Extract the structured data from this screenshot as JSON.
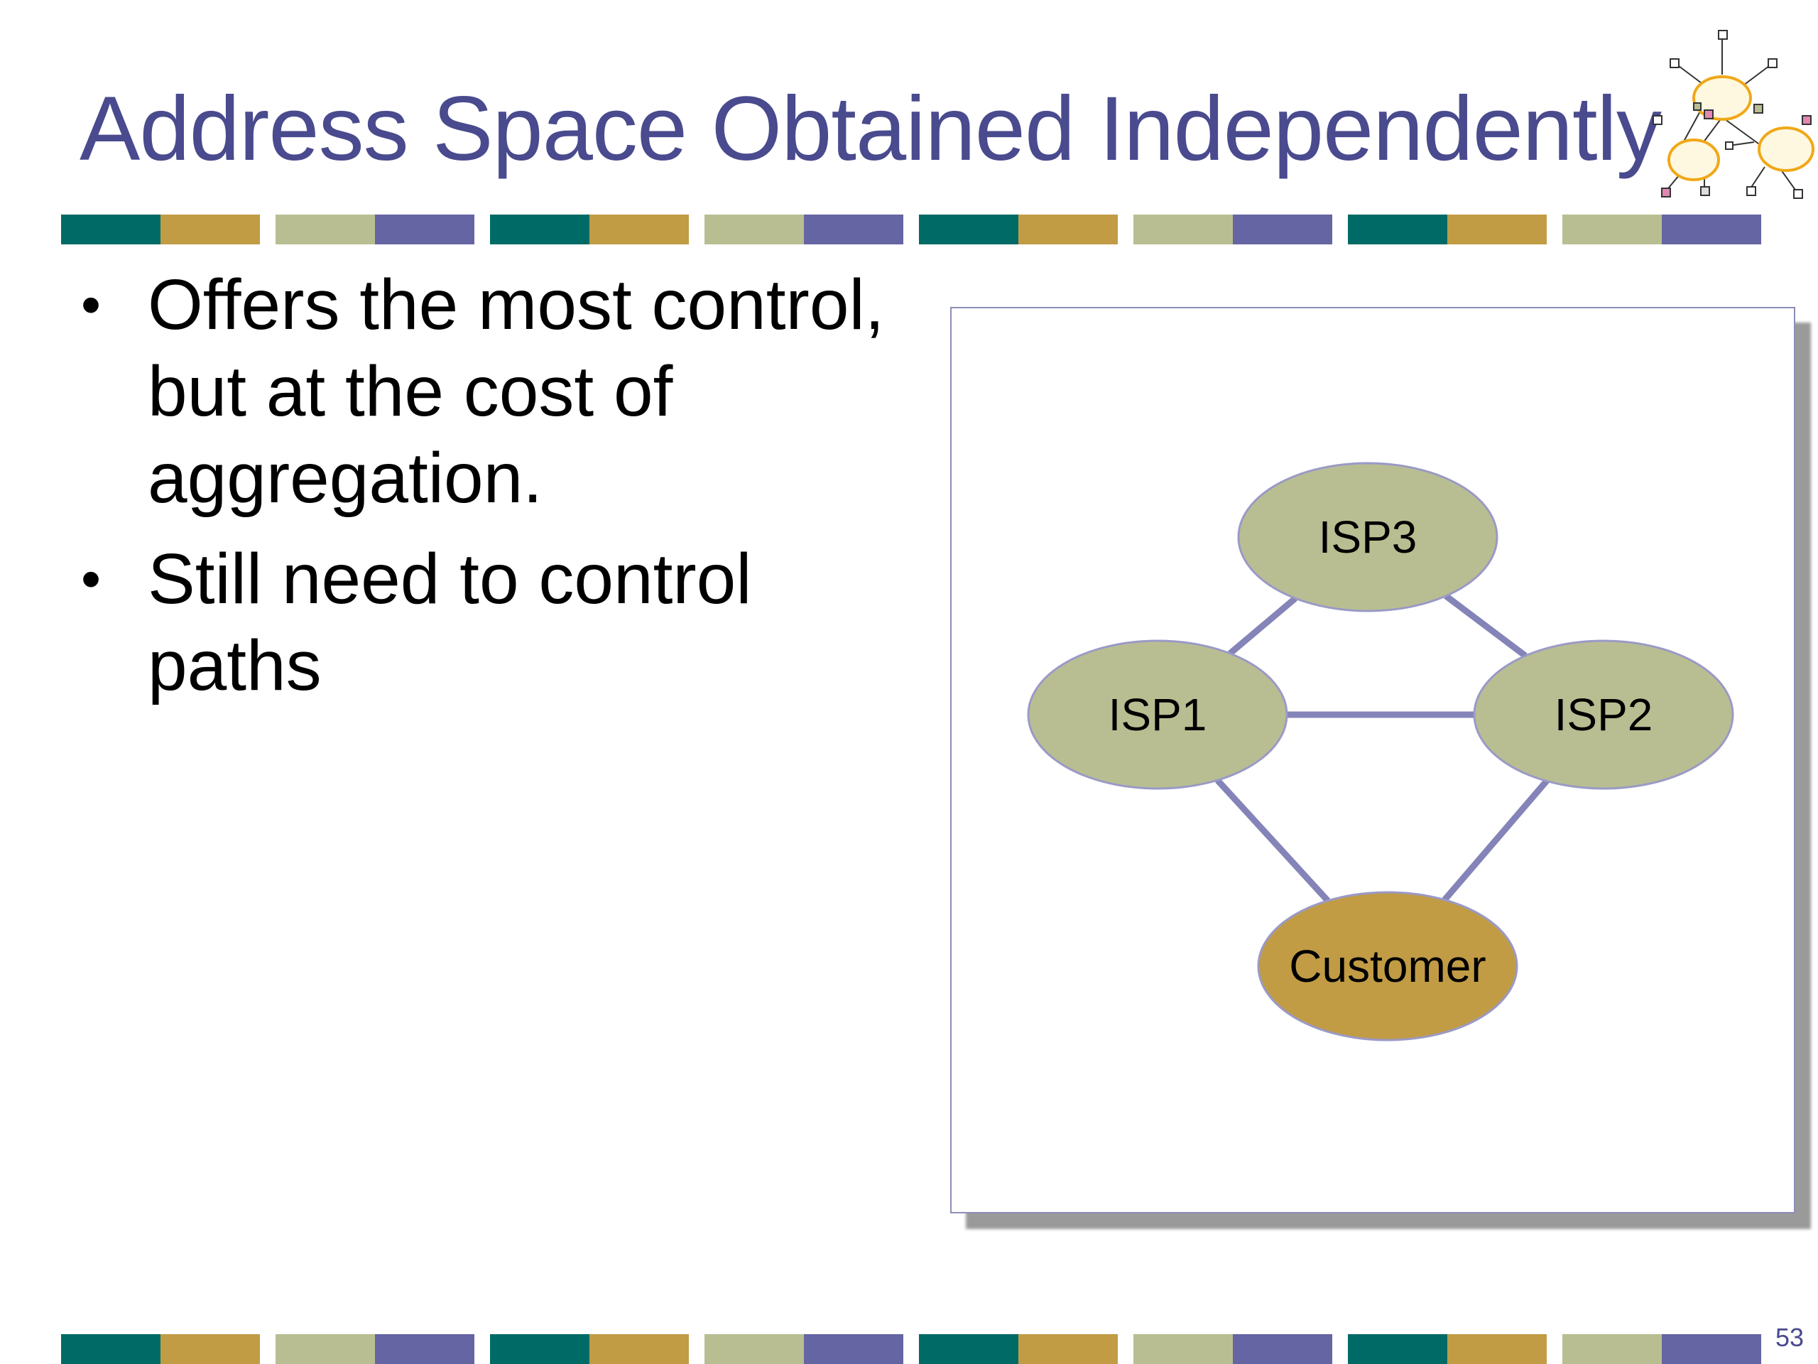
{
  "slide": {
    "title": "Address Space Obtained Independently",
    "bullets": [
      "Offers the most control, but at the cost of aggregation.",
      "Still need to control paths"
    ],
    "page_number": "53"
  },
  "diagram": {
    "nodes": [
      {
        "id": "isp3",
        "label": "ISP3",
        "color": "#b9be92"
      },
      {
        "id": "isp1",
        "label": "ISP1",
        "color": "#b9be92"
      },
      {
        "id": "isp2",
        "label": "ISP2",
        "color": "#b9be92"
      },
      {
        "id": "customer",
        "label": "Customer",
        "color": "#c19c45"
      }
    ],
    "edges": [
      [
        "isp3",
        "isp1"
      ],
      [
        "isp3",
        "isp2"
      ],
      [
        "isp1",
        "isp2"
      ],
      [
        "isp1",
        "customer"
      ],
      [
        "isp2",
        "customer"
      ]
    ],
    "edge_color": "#8484b8",
    "node_border_color": "#9a9ac6"
  },
  "theme": {
    "title_color": "#4a4a8e",
    "stripe_colors": [
      "#006b66",
      "#c19c45",
      "#b9be92",
      "#6565a3"
    ]
  }
}
